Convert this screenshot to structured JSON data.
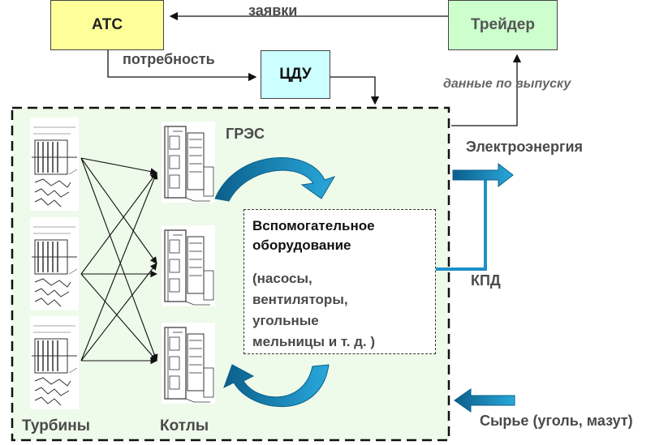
{
  "nodes": {
    "ats": "АТС",
    "trader": "Трейдер",
    "cdu": "ЦДУ"
  },
  "edges": {
    "requests": "заявки",
    "demand": "потребность",
    "output_data": "данные по выпуску"
  },
  "plant": {
    "name": "ГРЭС",
    "turbines": "Турбины",
    "boilers": "Котлы",
    "aux_title": "Вспомогательное\nоборудование",
    "aux_items": [
      "(насосы,",
      "вентиляторы,",
      "угольные",
      "мельницы и т. д. )"
    ]
  },
  "outputs": {
    "electricity": "Электроэнергия",
    "efficiency": "КПД",
    "raw": "Сырье (уголь, мазут)"
  },
  "colors": {
    "ats_fill": "#ffff99",
    "trader_fill": "#ccffcc",
    "cdu_fill": "#ccffff",
    "plant_fill": "#eefaea",
    "accent_blue": "#1e90c8",
    "dark_blue": "#0b5f8a"
  }
}
